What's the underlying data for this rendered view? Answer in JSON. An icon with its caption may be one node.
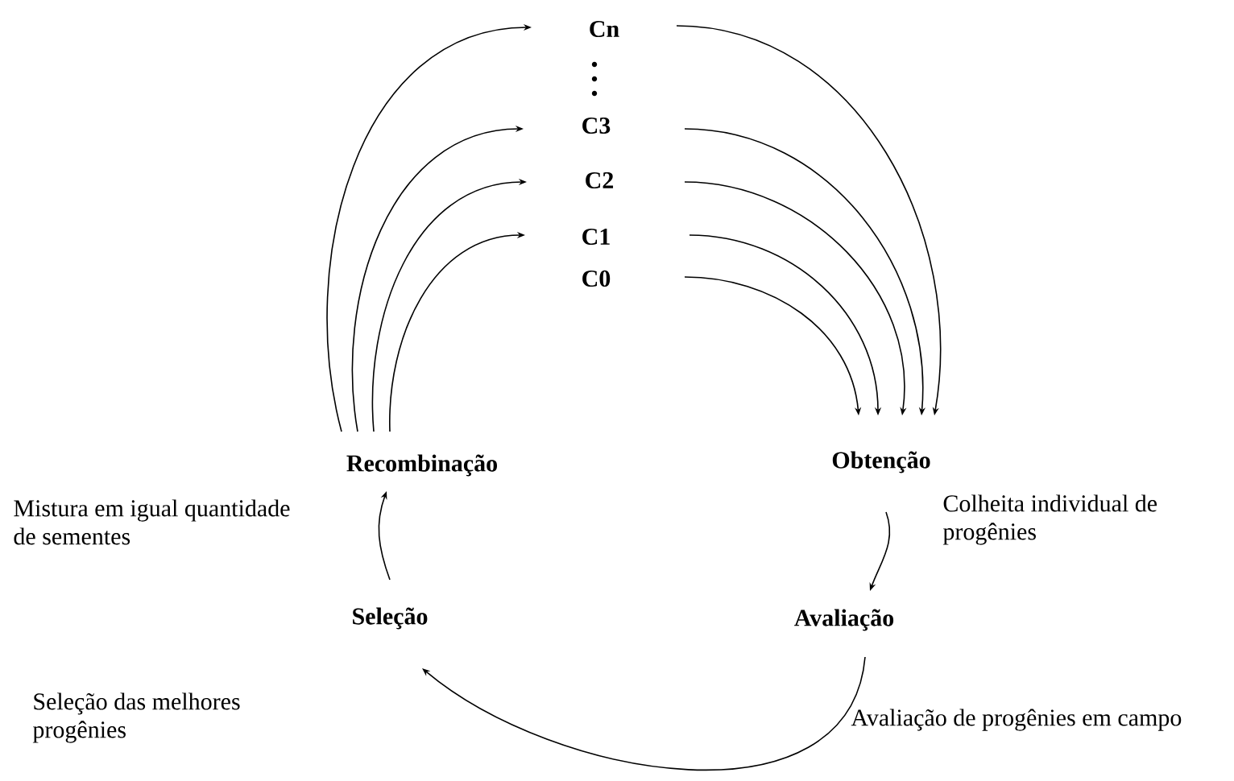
{
  "diagram": {
    "nodes": [
      {
        "text": [
          "Cn"
        ]
      },
      {
        "text": [
          "C3"
        ]
      },
      {
        "text": [
          "C2"
        ]
      },
      {
        "text": [
          "C1"
        ]
      },
      {
        "text": [
          "C0"
        ]
      },
      {
        "text": [
          "Recombinação"
        ],
        "beside": [
          "Mistura em igual quantidade de sementes"
        ]
      },
      {
        "text": [
          "Obtenção"
        ],
        "beside": [
          "Colheita individual de progênies"
        ]
      },
      {
        "text": [
          "Avaliação"
        ],
        "beside": [
          "Avaliação de progênies em campo"
        ]
      },
      {
        "text": [
          "Seleção"
        ]
      }
    ],
    "edges": [
      {
        "from": 5,
        "to": 0,
        "arrow": "to"
      },
      {
        "from": 5,
        "to": 1,
        "arrow": "to"
      },
      {
        "from": 5,
        "to": 2,
        "arrow": "to"
      },
      {
        "from": 5,
        "to": 3,
        "arrow": "to"
      },
      {
        "from": 0,
        "to": 6,
        "arrow": "to"
      },
      {
        "from": 1,
        "to": 6,
        "arrow": "to"
      },
      {
        "from": 2,
        "to": 6,
        "arrow": "to"
      },
      {
        "from": 3,
        "to": 6,
        "arrow": "to"
      },
      {
        "from": 4,
        "to": 6,
        "arrow": "to"
      },
      {
        "from": 6,
        "to": 7,
        "arrow": "to"
      },
      {
        "from": 7,
        "to": 8,
        "arrow": "to"
      },
      {
        "from": 8,
        "to": 5,
        "arrow": "to"
      }
    ],
    "labels": [
      "Seleção das melhores progênies"
    ]
  }
}
